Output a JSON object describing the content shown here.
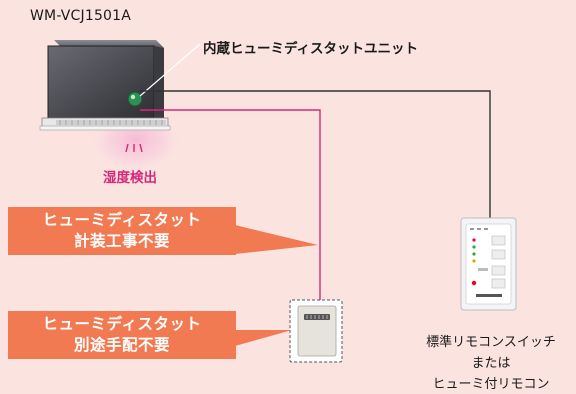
{
  "model": "WM-VCJ1501A",
  "unit_label": "内蔵ヒューミディスタットユニット",
  "detect_label": "湿度検出",
  "callout1": {
    "line1": "ヒューミディスタット",
    "line2": "計装工事不要"
  },
  "callout2": {
    "line1": "ヒューミディスタット",
    "line2": "別途手配不要"
  },
  "remote_caption": {
    "line1": "標準リモコンスイッチ",
    "line2": "または",
    "line3": "ヒューミ付リモコン"
  },
  "colors": {
    "background": "#fbe4e0",
    "callout": "#f27a52",
    "magenta_wire": "#d6287a",
    "black_wire": "#333333"
  }
}
